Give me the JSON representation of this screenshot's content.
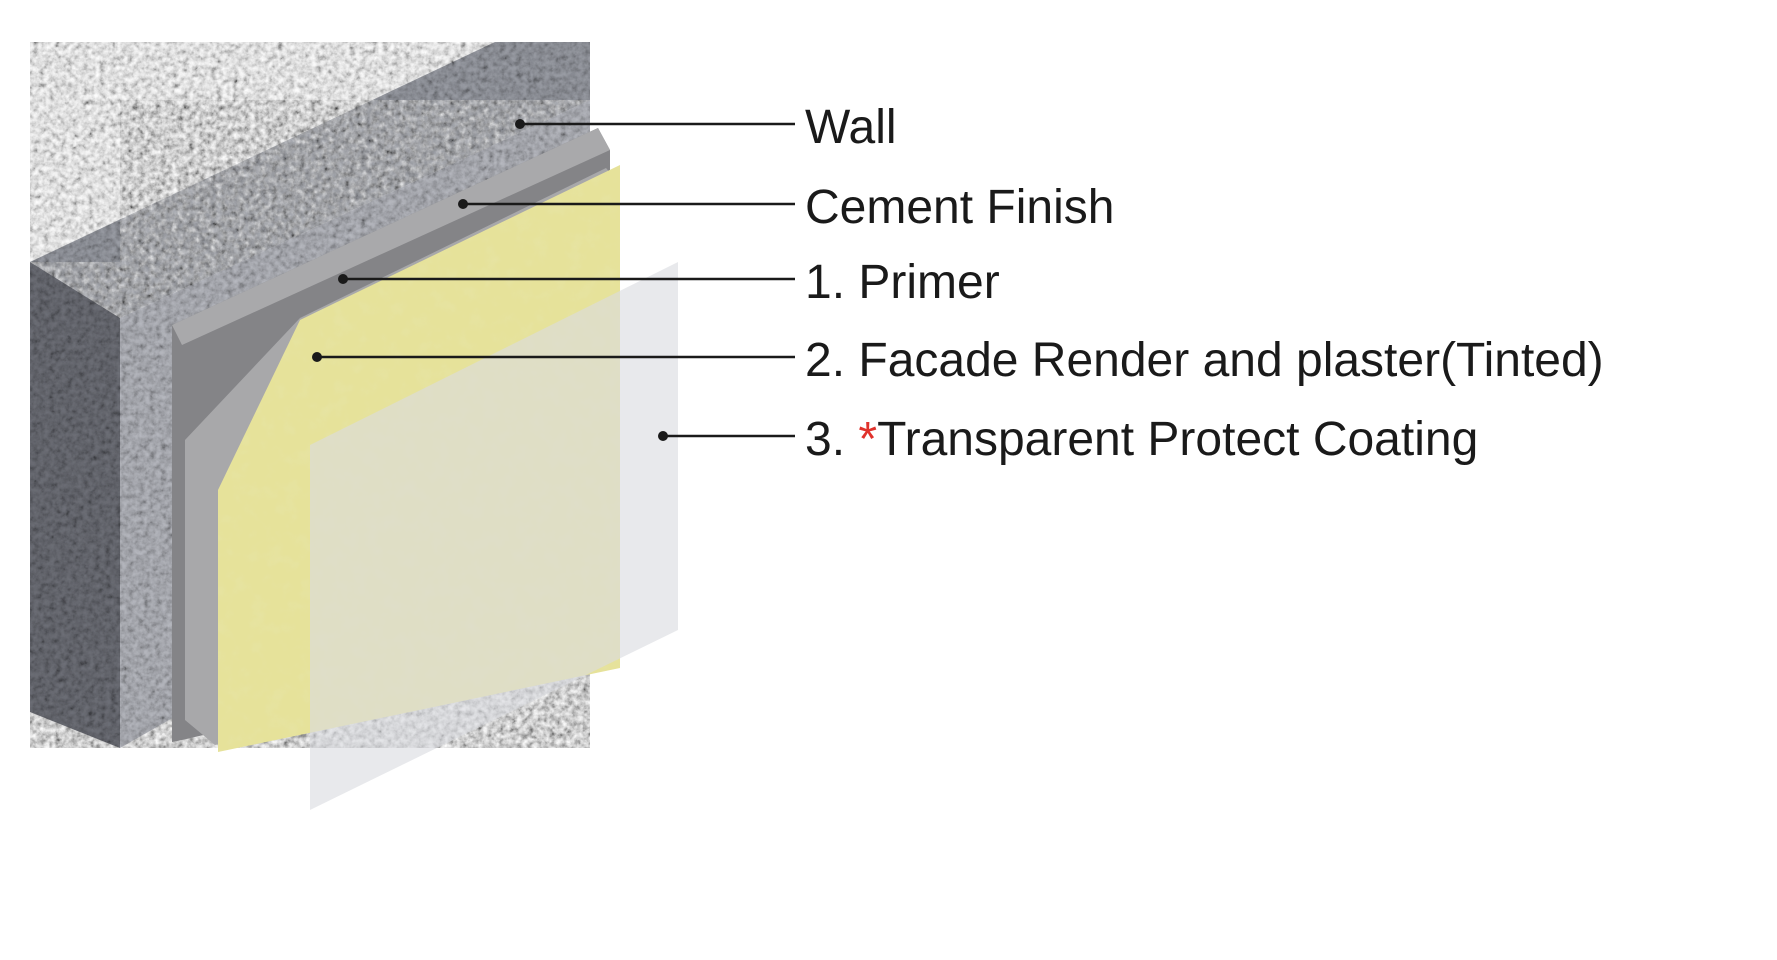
{
  "diagram": {
    "colors": {
      "wall": "#8e9097",
      "cement_finish": "#8a8a8c",
      "primer": "#b4b4b6",
      "render": "#e8e49a",
      "coating": "#dcdde0",
      "asterisk": "#e0322c"
    },
    "labels": {
      "wall": "Wall",
      "cement_finish": "Cement Finish",
      "primer": "1. Primer",
      "render": "2. Facade Render and plaster(Tinted)",
      "coating_number": "3. ",
      "coating_asterisk": "*",
      "coating_text": "Transparent Protect Coating"
    }
  }
}
